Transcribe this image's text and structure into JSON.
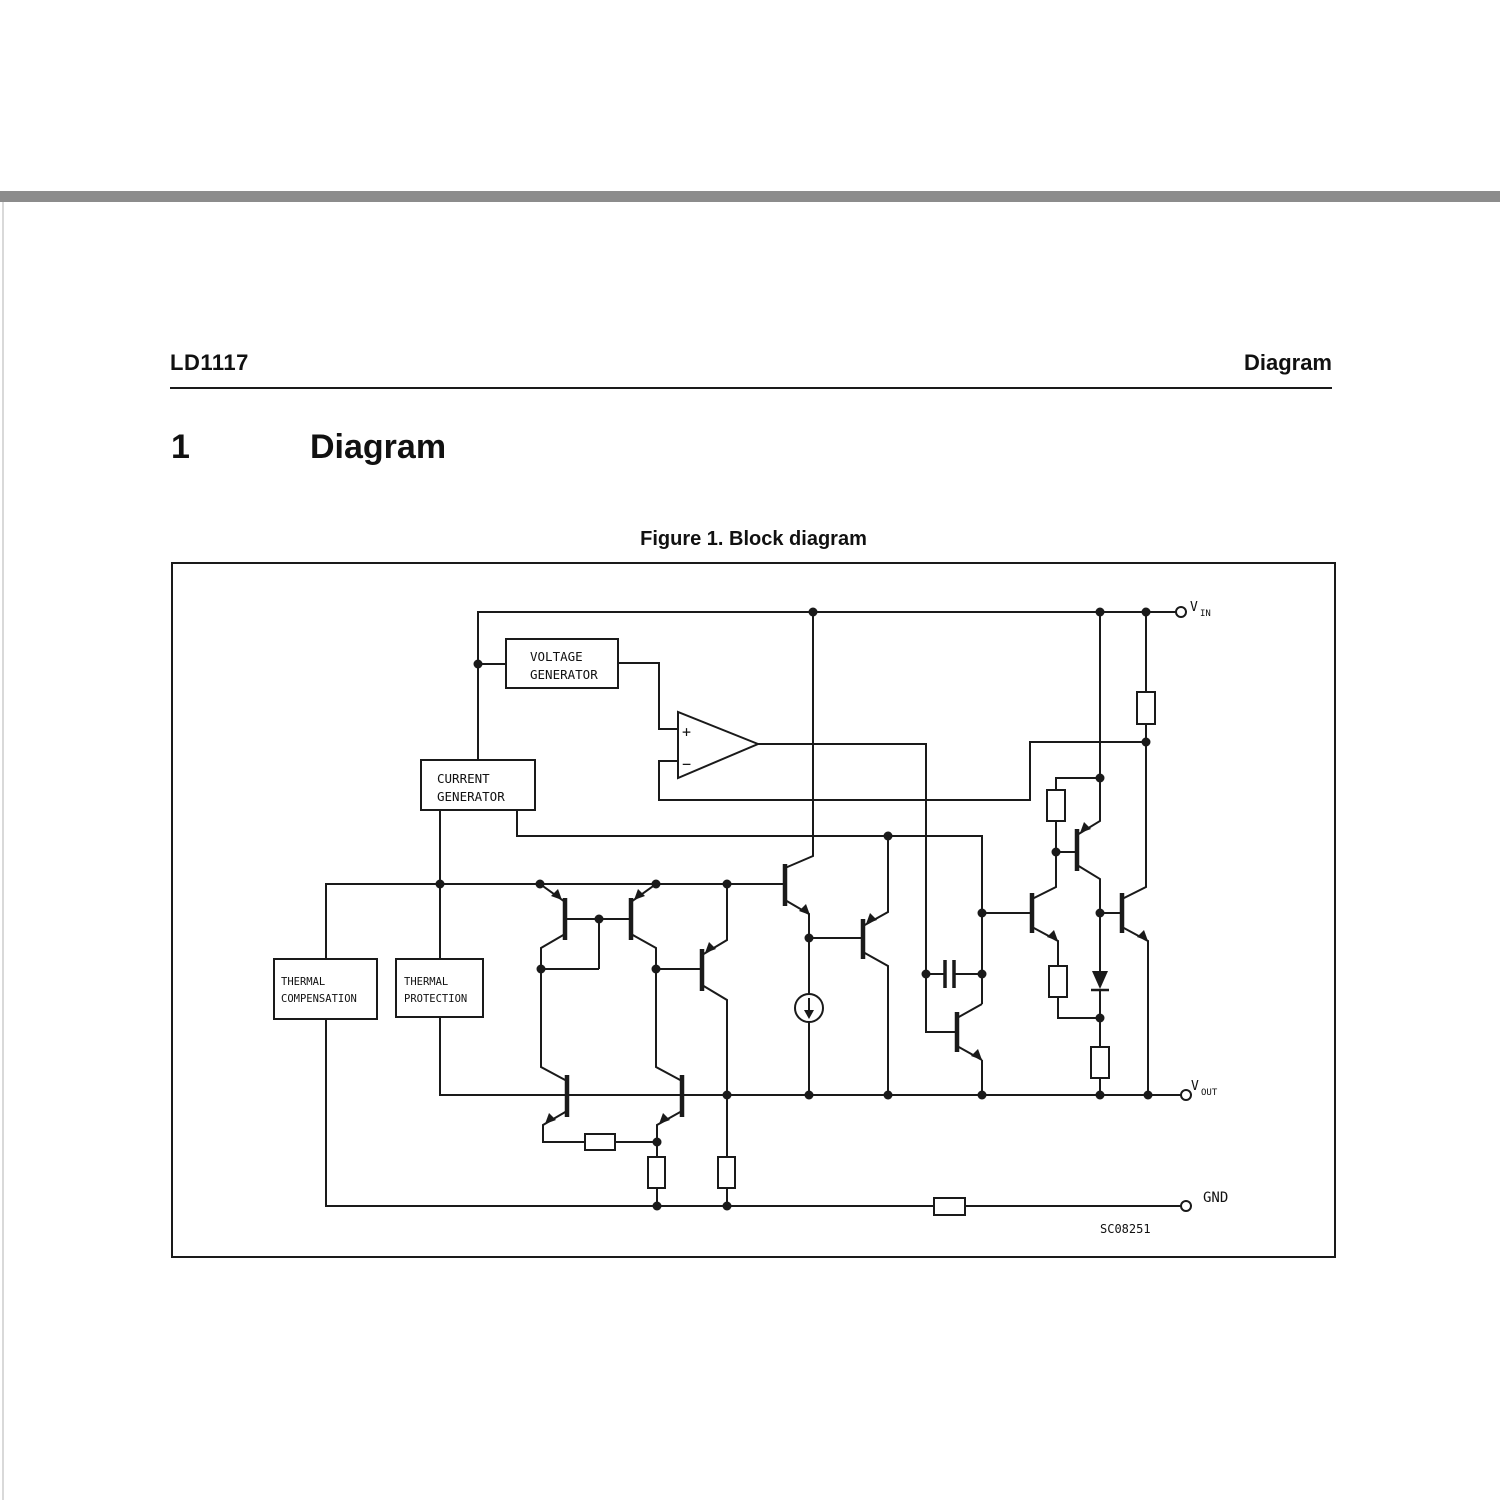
{
  "page": {
    "header_left": "LD1117",
    "header_right": "Diagram",
    "section_number": "1",
    "section_title": "Diagram",
    "figure_caption": "Figure 1. Block diagram"
  },
  "diagram": {
    "blocks": {
      "voltage_generator": [
        "VOLTAGE",
        "GENERATOR"
      ],
      "current_generator": [
        "CURRENT",
        "GENERATOR"
      ],
      "thermal_compensation": [
        "THERMAL",
        "COMPENSATION"
      ],
      "thermal_protection": [
        "THERMAL",
        "PROTECTION"
      ]
    },
    "opamp": {
      "plus": "+",
      "minus": "−"
    },
    "terminals": {
      "vin": {
        "v": "V",
        "sub": "IN"
      },
      "vout": {
        "v": "V",
        "sub": "OUT"
      },
      "gnd": "GND"
    },
    "drawing_code": "SC08251",
    "colors": {
      "line": "#1a1a1a",
      "band": "#8c8c8c",
      "background": "#ffffff"
    }
  }
}
